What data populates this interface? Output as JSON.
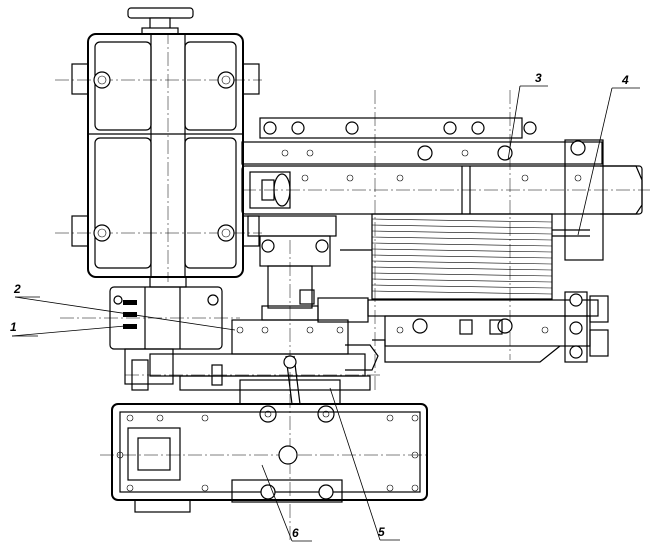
{
  "callouts": [
    {
      "id": "1",
      "label": "1"
    },
    {
      "id": "2",
      "label": "2"
    },
    {
      "id": "3",
      "label": "3"
    },
    {
      "id": "4",
      "label": "4"
    },
    {
      "id": "5",
      "label": "5"
    },
    {
      "id": "6",
      "label": "6"
    }
  ],
  "icons": {
    "bolt": "bolt-icon",
    "handwheel": "handwheel-icon"
  }
}
